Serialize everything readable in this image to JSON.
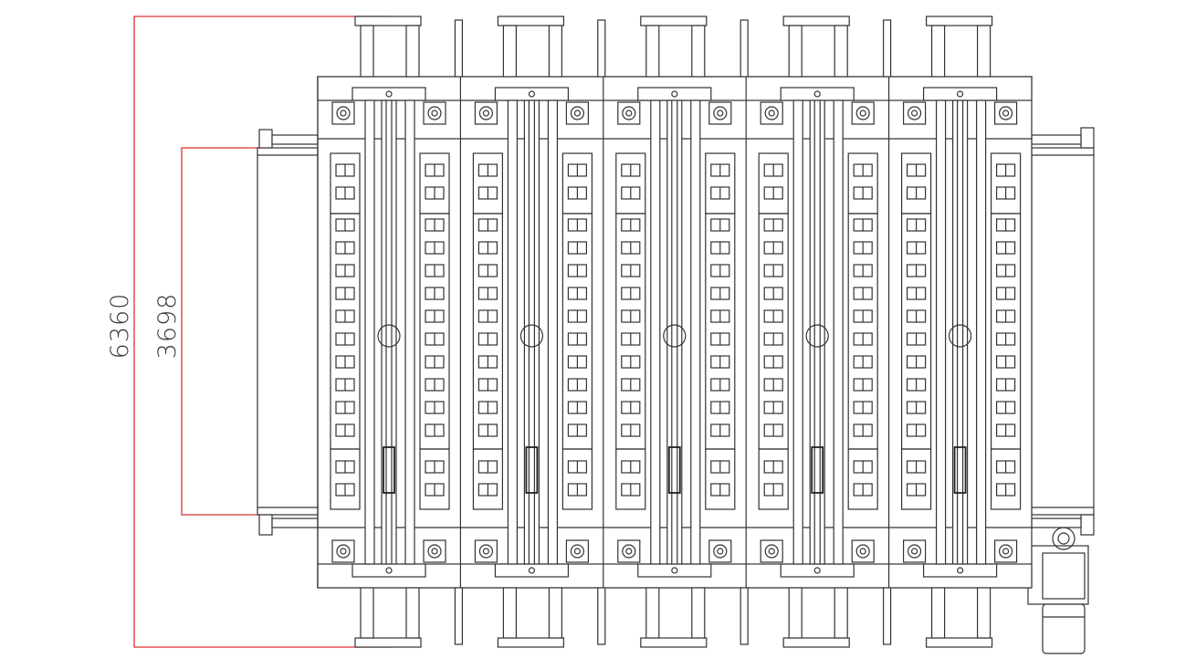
{
  "drawing": {
    "title": "",
    "dimension_color": "#e03030",
    "line_color": "#333333",
    "dimensions": [
      {
        "name": "overall-length",
        "value": "6360"
      },
      {
        "name": "belt-width",
        "value": "3698"
      }
    ],
    "modules": 5
  }
}
